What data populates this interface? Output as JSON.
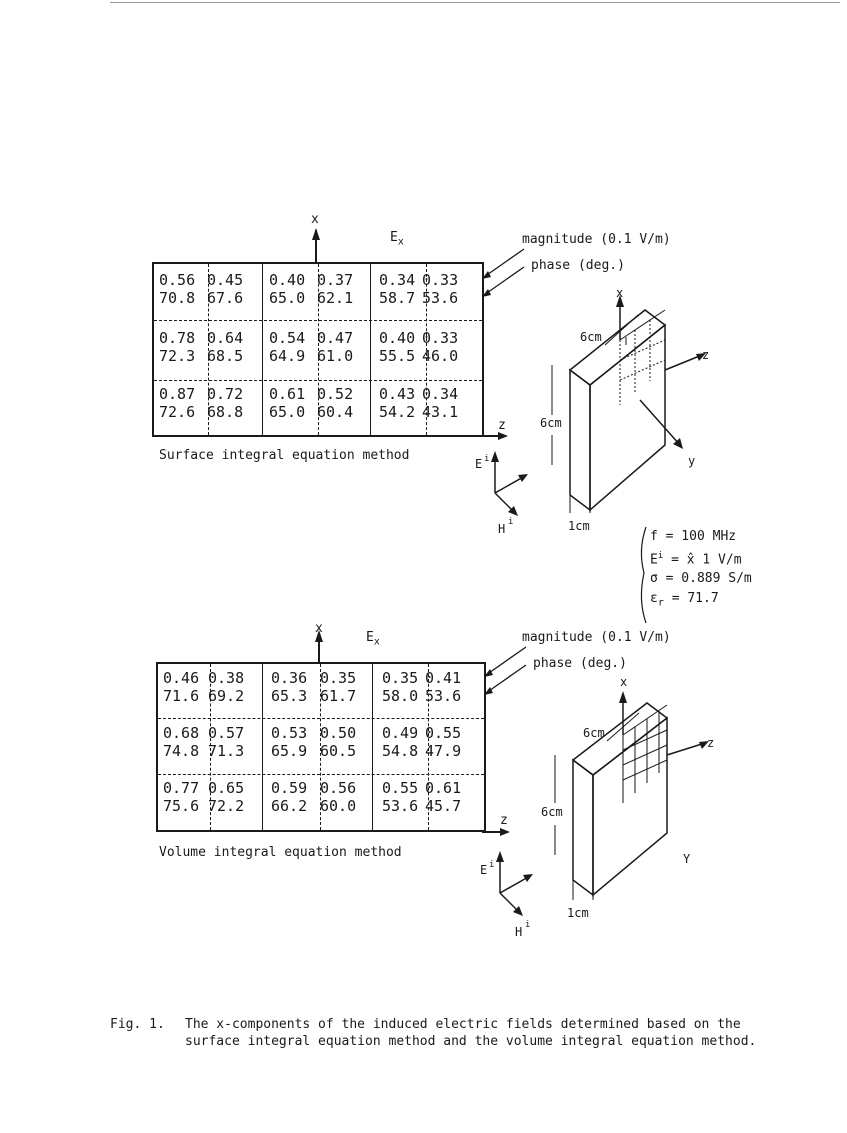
{
  "figure": {
    "surface": {
      "rows": [
        [
          [
            "0.56",
            "70.8"
          ],
          [
            "0.45",
            "67.6"
          ],
          [
            "0.40",
            "65.0"
          ],
          [
            "0.37",
            "62.1"
          ],
          [
            "0.34",
            "58.7"
          ],
          [
            "0.33",
            "53.6"
          ]
        ],
        [
          [
            "0.78",
            "72.3"
          ],
          [
            "0.64",
            "68.5"
          ],
          [
            "0.54",
            "64.9"
          ],
          [
            "0.47",
            "61.0"
          ],
          [
            "0.40",
            "55.5"
          ],
          [
            "0.33",
            "46.0"
          ]
        ],
        [
          [
            "0.87",
            "72.6"
          ],
          [
            "0.72",
            "68.8"
          ],
          [
            "0.61",
            "65.0"
          ],
          [
            "0.52",
            "60.4"
          ],
          [
            "0.43",
            "54.2"
          ],
          [
            "0.34",
            "43.1"
          ]
        ]
      ],
      "method_label": "Surface integral equation method",
      "magnitude_label": "magnitude (0.1 V/m)",
      "phase_label": "phase (deg.)",
      "field_label": "E",
      "field_sub": "x",
      "axis_x": "x",
      "axis_z": "z",
      "dim_width": "6cm",
      "dim_height": "6cm",
      "dim_thick": "1cm",
      "axis_y": "y"
    },
    "volume": {
      "rows": [
        [
          [
            "0.46",
            "71.6"
          ],
          [
            "0.38",
            "69.2"
          ],
          [
            "0.36",
            "65.3"
          ],
          [
            "0.35",
            "61.7"
          ],
          [
            "0.35",
            "58.0"
          ],
          [
            "0.41",
            "53.6"
          ]
        ],
        [
          [
            "0.68",
            "74.8"
          ],
          [
            "0.57",
            "71.3"
          ],
          [
            "0.53",
            "65.9"
          ],
          [
            "0.50",
            "60.5"
          ],
          [
            "0.49",
            "54.8"
          ],
          [
            "0.55",
            "47.9"
          ]
        ],
        [
          [
            "0.77",
            "75.6"
          ],
          [
            "0.65",
            "72.2"
          ],
          [
            "0.59",
            "66.2"
          ],
          [
            "0.56",
            "60.0"
          ],
          [
            "0.55",
            "53.6"
          ],
          [
            "0.61",
            "45.7"
          ]
        ]
      ],
      "method_label": "Volume integral equation method",
      "magnitude_label": "magnitude (0.1 V/m)",
      "phase_label": "phase (deg.)",
      "field_label": "E",
      "field_sub": "x",
      "axis_x": "x",
      "axis_z": "z",
      "dim_width": "6cm",
      "dim_height": "6cm",
      "dim_thick": "1cm",
      "axis_y": "Y"
    },
    "params": {
      "f": "f = 100 MHz",
      "E": "= x̂ 1 V/m",
      "sigma": "σ = 0.889 S/m",
      "eps": "= 71.7",
      "eps_sym": "ε",
      "eps_sub": "r"
    },
    "incident": {
      "E": "E",
      "H": "H",
      "sup": "i"
    },
    "caption": {
      "number": "Fig. 1.",
      "text": "The x-components of the induced electric fields determined based on the surface integral equation method and the volume integral equation method."
    }
  }
}
